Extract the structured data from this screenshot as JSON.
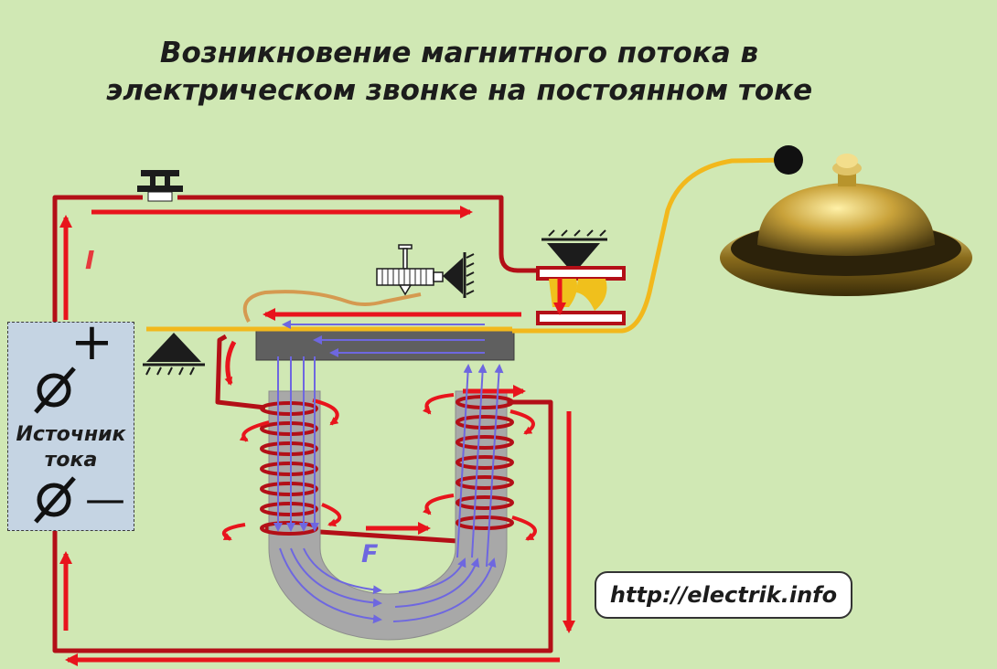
{
  "title": {
    "line1": "Возникновение магнитного потока в",
    "line2": "электрическом звонке на постоянном токе"
  },
  "source": {
    "line1": "Источник",
    "line2": "тока",
    "plus_sign": "+",
    "minus_sign": "—"
  },
  "labels": {
    "current": "I",
    "force": "F"
  },
  "url": "http://electrik.info",
  "colors": {
    "background": "#d0e8b4",
    "wire": "#b30f17",
    "current_arrow": "#e8141c",
    "flux_arrow": "#6e67e0",
    "core": "#a8a8a8",
    "armature": "#5f5f5f",
    "contact_spring": "#f0c01c",
    "bell_wire": "#f2b81c",
    "bell_body": "#b8942c",
    "source_box": "#c5d4e3"
  },
  "icons": {
    "push_button": "push-button-icon",
    "pivot": "pivot-triangle-icon",
    "bell": "bell-icon",
    "adjust_screw": "adjust-screw-icon",
    "wall_mount": "wall-mount-icon"
  }
}
